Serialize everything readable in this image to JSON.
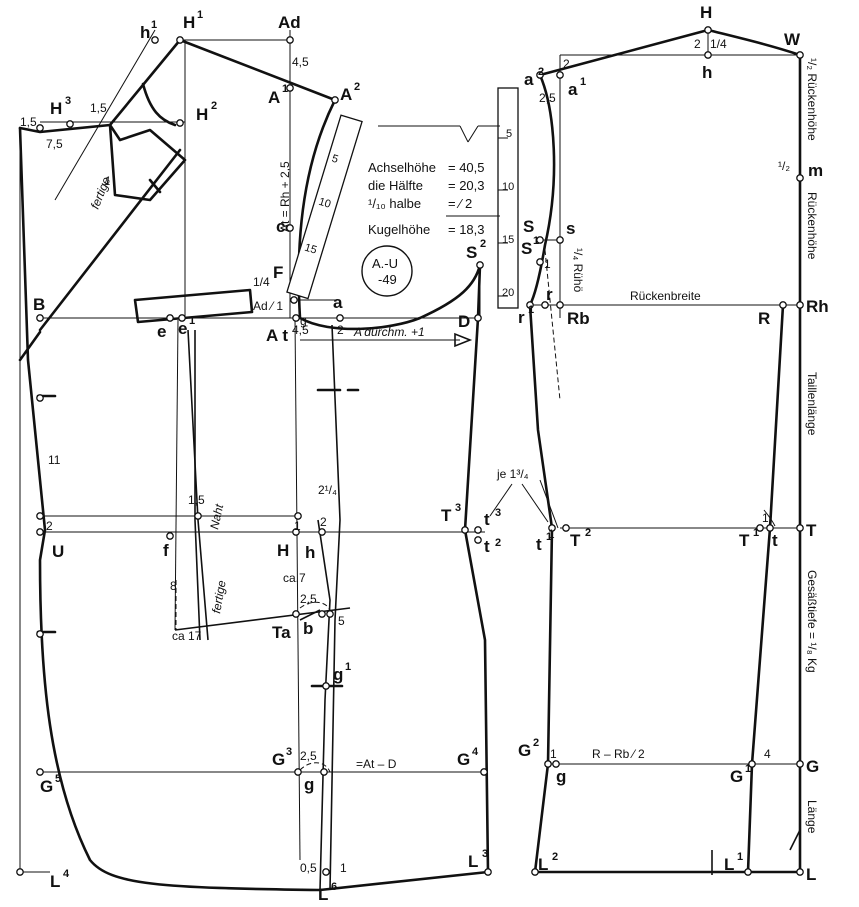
{
  "points": {
    "h1": "h",
    "h1s": "1",
    "H1": "H",
    "H1s": "1",
    "Ad": "Ad",
    "A1": "A",
    "A1s": "1",
    "A2": "A",
    "A2s": "2",
    "H2": "H",
    "H2s": "2",
    "H3": "H",
    "H3s": "3",
    "c": "c",
    "F": "F",
    "B": "B",
    "e": "e",
    "e1": "e",
    "e1s": "1",
    "At": "A t",
    "a": "a",
    "D": "D",
    "S2": "S",
    "S2s": "2",
    "T3": "T",
    "T3s": "3",
    "t3": "t",
    "t3s": "3",
    "t2": "t",
    "t2s": "2",
    "U": "U",
    "f": "f",
    "H": "H",
    "h": "h",
    "Ta": "Ta",
    "b": "b",
    "g1": "g",
    "g1s": "1",
    "G3": "G",
    "G3s": "3",
    "g": "g",
    "G4": "G",
    "G4s": "4",
    "G5": "G",
    "G5s": "5",
    "L4": "L",
    "L4s": "4",
    "L6": "L",
    "L6s": "6",
    "L3": "L",
    "L3s": "3",
    "bH": "H",
    "W": "W",
    "bh": "h",
    "a2": "a",
    "a2s": "2",
    "a1": "a",
    "a1s": "1",
    "S": "S",
    "s": "s",
    "S1": "S",
    "S1s": "1",
    "r1": "r",
    "r1s": "1",
    "r": "r",
    "Rb": "Rb",
    "R": "R",
    "Rh": "Rh",
    "m": "m",
    "t1": "t",
    "t1s": "1",
    "T2": "T",
    "T2s": "2",
    "T1": "T",
    "T1s": "1",
    "t": "t",
    "T": "T",
    "G2": "G",
    "G2s": "2",
    "bg": "g",
    "G1": "G",
    "G1s": "1",
    "G": "G",
    "L2": "L",
    "L2s": "2",
    "L1": "L",
    "L1s": "1",
    "L": "L"
  },
  "measures": {
    "m45": "4,5",
    "m15a": "1,5",
    "m15b": "1,5",
    "m75": "7,5",
    "m45b": "4,5",
    "m2a": "2",
    "m2b": "2",
    "m2c": "2",
    "m11": "11",
    "m15c": "1,5",
    "m1a": "1",
    "m1b": "1",
    "m1c": "1",
    "m1d": "1",
    "m1e": "1",
    "m1f": "1",
    "m1g": "1",
    "m214": "2¹/₄",
    "ca7": "ca.7",
    "m25a": "2,5",
    "m25b": "2,5",
    "m25c": "2,5",
    "m5": "5",
    "ca17": "ca 17",
    "m8": "8",
    "m05": "0,5",
    "m4": "4",
    "m2d": "2",
    "m14": "1/4",
    "m12": "¹/₂",
    "ad14": "1/4",
    "ad14b": "Ad ⁄ 1"
  },
  "notes": {
    "fertige1": "fertige",
    "fertige2": "fertige",
    "naht": "Naht",
    "atFormula": "At = Rh + 2,5",
    "adurchm": "A'durchm. +1",
    "atd": "=At – D",
    "je134": "je 1³/₄",
    "rrb": "R – Rb ⁄ 2",
    "ruckenbreite": "Rückenbreite"
  },
  "circle": {
    "line1": "A.-U",
    "line2": "-49"
  },
  "table": {
    "r1l": "Achselhöhe",
    "r1v": "= 40,5",
    "r2l": "die Hälfte",
    "r2v": "= 20,3",
    "r3l": "¹/₁₀ halbe",
    "r3v": "= ⁄ 2",
    "r4l": "Kugelhöhe",
    "r4v": "= 18,3"
  },
  "side_labels": {
    "half_back": "¹/₂ Rückenhöhe",
    "back_height": "Rückenhöhe",
    "waist": "Taillenlänge",
    "seat": "Gesäßtiefe = ¹/₈ Kg",
    "length": "Länge",
    "quarter_back": "¹/₄ Rühö"
  },
  "ruler": [
    "5",
    "10",
    "15",
    "20"
  ],
  "armruler": [
    "5",
    "10",
    "15"
  ]
}
